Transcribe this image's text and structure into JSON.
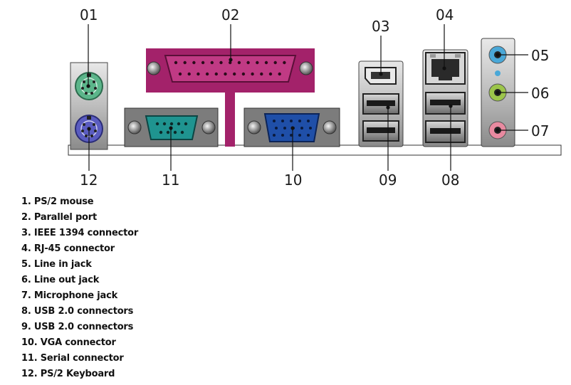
{
  "callouts": {
    "n01": "01",
    "n02": "02",
    "n03": "03",
    "n04": "04",
    "n05": "05",
    "n06": "06",
    "n07": "07",
    "n08": "08",
    "n09": "09",
    "n10": "10",
    "n11": "11",
    "n12": "12"
  },
  "legend": [
    "1. PS/2 mouse",
    "2. Parallel port",
    "3. IEEE 1394 connector",
    "4. RJ-45 connector",
    "5. Line in jack",
    "6. Line out jack",
    "7. Microphone jack",
    "8. USB 2.0 connectors",
    "9. USB 2.0 connectors",
    "10. VGA connector",
    "11. Serial connector",
    "12. PS/2 Keyboard"
  ],
  "colors": {
    "ps2_mouse": "#5bb58a",
    "ps2_keyboard": "#5a5cc0",
    "parallel": "#a3226a",
    "serial": "#1f9490",
    "vga": "#1f4fa8",
    "line_in": "#4aa8d8",
    "line_out": "#9cc54a",
    "mic": "#e88aa0"
  }
}
